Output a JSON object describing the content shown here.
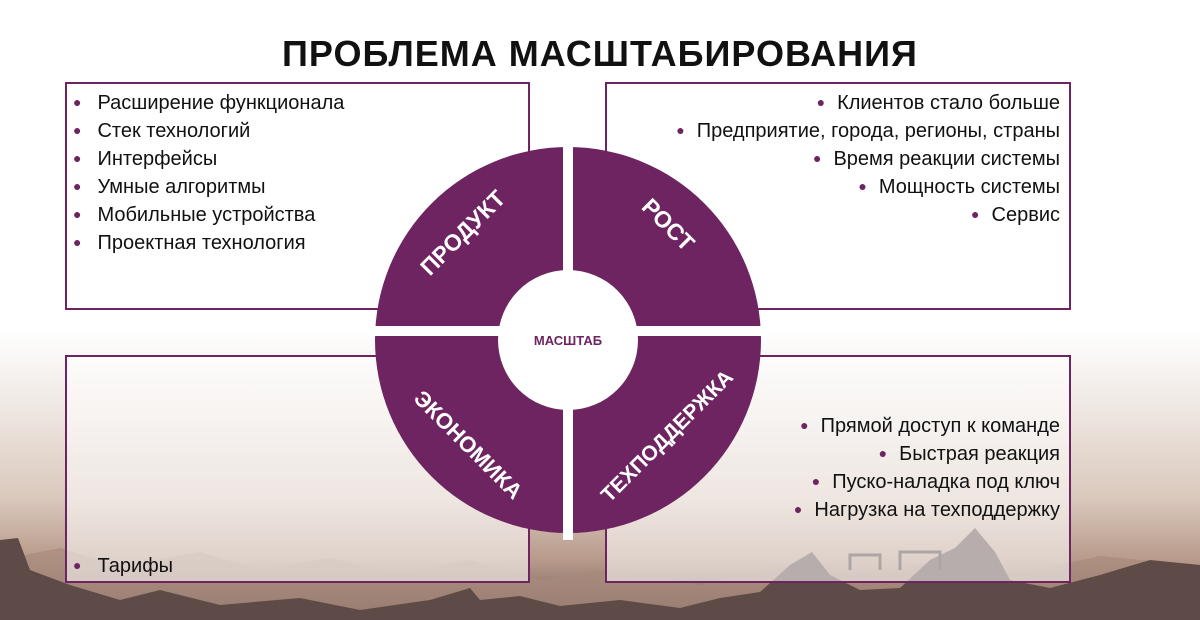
{
  "title": "ПРОБЛЕМА МАСШТАБИРОВАНИЯ",
  "colors": {
    "accent": "#6d2460",
    "text": "#111111"
  },
  "wheel": {
    "center": "МАСШТАБ",
    "top_left": "ПРОДУКТ",
    "top_right": "РОСТ",
    "bottom_left": "ЭКОНОМИКА",
    "bottom_right": "ТЕХПОДДЕРЖКА"
  },
  "product": {
    "items": [
      "Расширение функционала",
      "Стек технологий",
      "Интерфейсы",
      "Умные алгоритмы",
      "Мобильные устройства",
      "Проектная технология"
    ]
  },
  "growth": {
    "items": [
      "Клиентов стало больше",
      "Предприятие, города, регионы, страны",
      "Время реакции системы",
      "Мощность системы",
      "Сервис"
    ]
  },
  "economics": {
    "items": [
      "Тарифы"
    ]
  },
  "support": {
    "items": [
      "Прямой доступ к команде",
      "Быстрая реакция",
      "Пуско-наладка под ключ",
      "Нагрузка на техподдержку"
    ]
  }
}
